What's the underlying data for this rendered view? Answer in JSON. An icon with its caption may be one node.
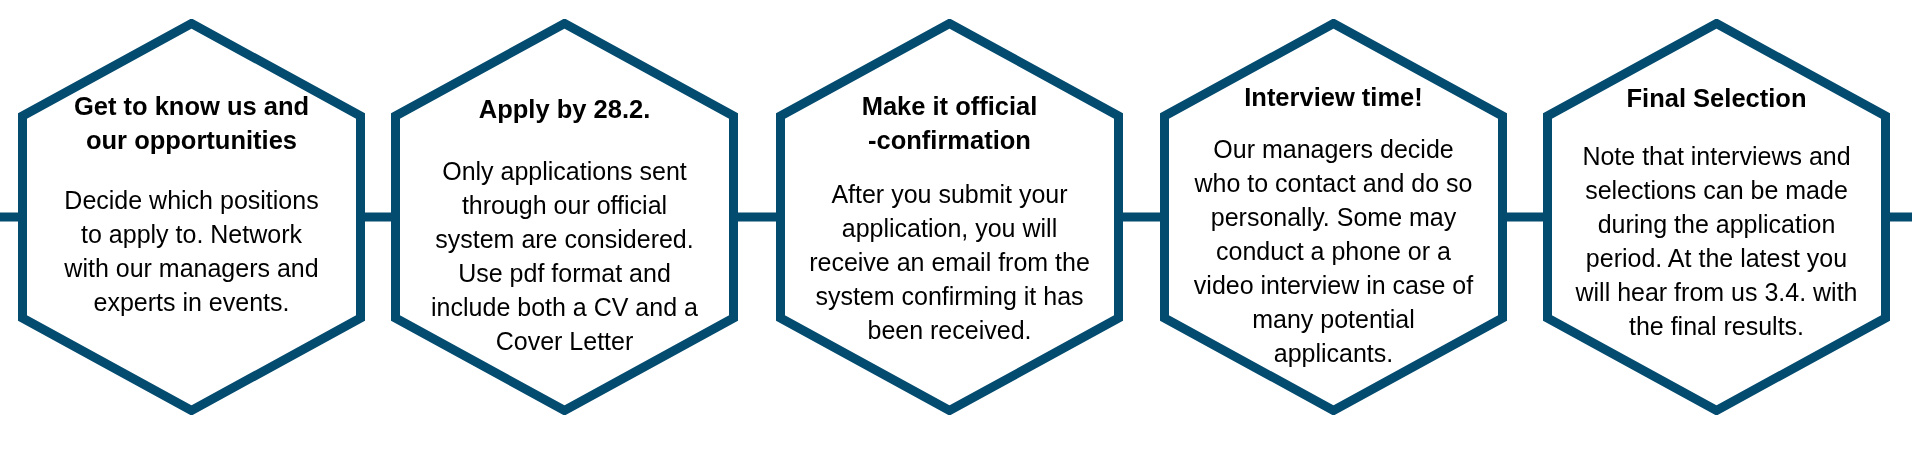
{
  "diagram": {
    "nodes": [
      {
        "text": [
          "Get to know us and our opportunities",
          "Decide which positions to apply to. Network with our managers and experts in events."
        ]
      },
      {
        "text": [
          "Apply by 28.2.",
          "Only applications sent through our official system are considered. Use pdf format and include both a CV and a Cover Letter"
        ]
      },
      {
        "text": [
          "Make it official -confirmation",
          "After you submit your application, you will receive an email from the system confirming it has been received."
        ]
      },
      {
        "text": [
          "Interview time!",
          "Our managers decide who to contact and do so personally. Some may conduct a phone or a video interview in case of many potential applicants."
        ]
      },
      {
        "text": [
          "Final Selection",
          "Note that interviews and selections can be made during the application period. At the latest you will hear from us 3.4. with the final results."
        ]
      }
    ],
    "edges": [
      {
        "from": null,
        "to": 0,
        "arrow": "none"
      },
      {
        "from": 0,
        "to": 1,
        "arrow": "none"
      },
      {
        "from": 1,
        "to": 2,
        "arrow": "none"
      },
      {
        "from": 2,
        "to": 3,
        "arrow": "none"
      },
      {
        "from": 3,
        "to": 4,
        "arrow": "none"
      },
      {
        "from": 4,
        "to": null,
        "arrow": "none"
      }
    ]
  }
}
